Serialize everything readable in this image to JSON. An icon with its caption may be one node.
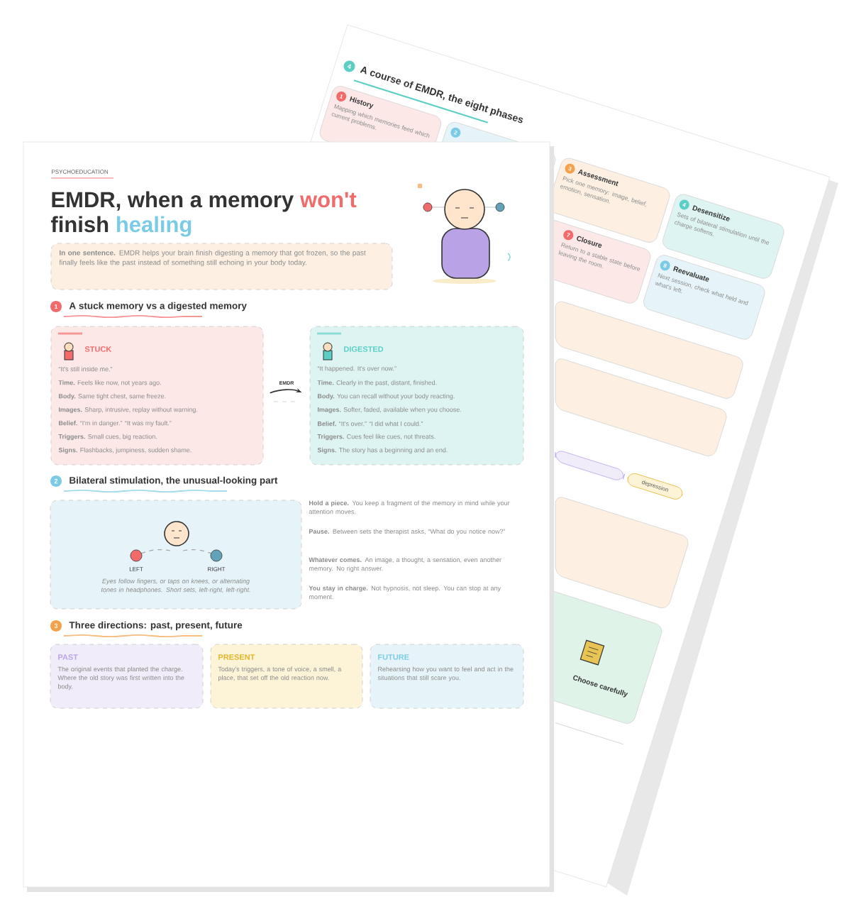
{
  "diagram": {
    "title": "EMDR, when a memory",
    "nodes": [
      {
        "text": [
          "**In one sentence.** EMDR helps your brain finish digesting a memory that got frozen, so the past finally feels like the past instead of something still echoing in your body today."
        ]
      },
      {
        "text": [
          "STUCK",
          "“It's still inside me.”",
          "**Time.** Feels like now, not years ago.",
          "**Body.** Same tight chest, same freeze.",
          "**Images.** Sharp, intrusive, replay without warning.",
          "**Belief.** “I'm in danger.” “It was my fault.”",
          "**Triggers.** Small cues, big reaction.",
          "**Signs.** Flashbacks, jumpiness, sudden shame."
        ]
      },
      {
        "text": [
          "DIGESTED",
          "“It happened. It's over now.”",
          "**Time.** Clearly in the past, distant, finished.",
          "**Body.** You can recall without your body reacting.",
          "**Images.** Softer, faded, available when you choose.",
          "**Belief.** “It's over.” “I did what I could.”",
          "**Triggers.** Cues feel like cues, not threats.",
          "**Signs.** The story has a beginning and an end."
        ]
      },
      {
        "text": [
          "Eyes follow fingers, or taps on knees, or alternating tones in headphones. Short sets, left-right, left-right."
        ]
      },
      {
        "text": [
          "PAST",
          "The original events that planted the charge. Where the old story was first written into the body."
        ]
      },
      {
        "text": [
          "PRESENT",
          "Today's triggers, a tone of voice, a smell, a place, that set off the old reaction now."
        ]
      },
      {
        "text": [
          "FUTURE",
          "Rehearsing how you want to feel and act in the situations that still scare you."
        ]
      },
      {
        "text": [
          "1",
          "History",
          "Mapping which memories feed which current problems."
        ]
      },
      {
        "text": [
          "2"
        ]
      },
      {
        "text": [
          "3",
          "Assessment",
          "Pick one memory: image, belief, emotion, sensation."
        ]
      },
      {
        "text": [
          "4",
          "Desensitize",
          "Sets of bilateral stimulation until the charge softens."
        ]
      },
      {
        "text": [
          "7",
          "Closure",
          "Return to a stable state before leaving the room."
        ]
      },
      {
        "text": [
          "8",
          "Reevaluate",
          "Next session, check what held and what's left."
        ]
      },
      {
        "text": [
          "depression"
        ]
      },
      {
        "text": [
          "Choose carefully"
        ]
      },
      {
        "text": [
          "1"
        ]
      },
      {
        "text": [
          "2"
        ]
      },
      {
        "text": [
          "3"
        ]
      },
      {
        "text": [
          "4"
        ]
      },
      {
        "text": [],
        "shape": "box"
      },
      {
        "text": [],
        "shape": "box"
      },
      {
        "text": [],
        "shape": "box"
      },
      {
        "text": [],
        "shape": "box"
      }
    ],
    "edges": [
      {
        "from": 1,
        "to": 2,
        "arrow": "to",
        "label": "EMDR"
      }
    ],
    "labels": [
      "PSYCHOEDUCATION",
      "won't",
      "finish",
      "healing",
      "A stuck memory vs a digested memory",
      "Bilateral stimulation, the unusual-looking part",
      "LEFT",
      "RIGHT",
      "**Hold a piece.** You keep a fragment of the memory in mind while your attention moves.",
      "**Pause.** Between sets the therapist asks, “What do you notice now?”",
      "**Whatever comes.** An image, a thought, a sensation, even another memory. No right answer.",
      "**You stay in charge.** Not hypnosis, not sleep. You can stop at any moment.",
      "Three directions: past, present, future",
      "A course of EMDR, the eight phases"
    ]
  }
}
